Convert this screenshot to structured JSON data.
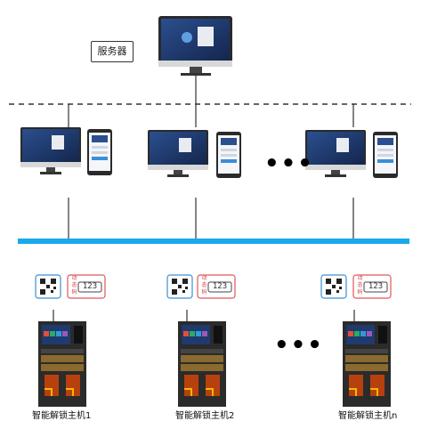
{
  "server": {
    "label": "服务器"
  },
  "clients": {
    "ellipsis": "•••"
  },
  "units": {
    "ellipsis": "•••",
    "code_badge": {
      "chars": [
        "动",
        "态",
        "码"
      ],
      "digits": "123"
    },
    "labels": [
      "智能解锁主机1",
      "智能解锁主机2",
      "智能解锁主机n"
    ]
  },
  "colors": {
    "network_bus": "#1aa7ec",
    "qr_border": "#3a8fd6",
    "code_border": "#e0565b",
    "screen_bg": "#1f3a6e"
  }
}
